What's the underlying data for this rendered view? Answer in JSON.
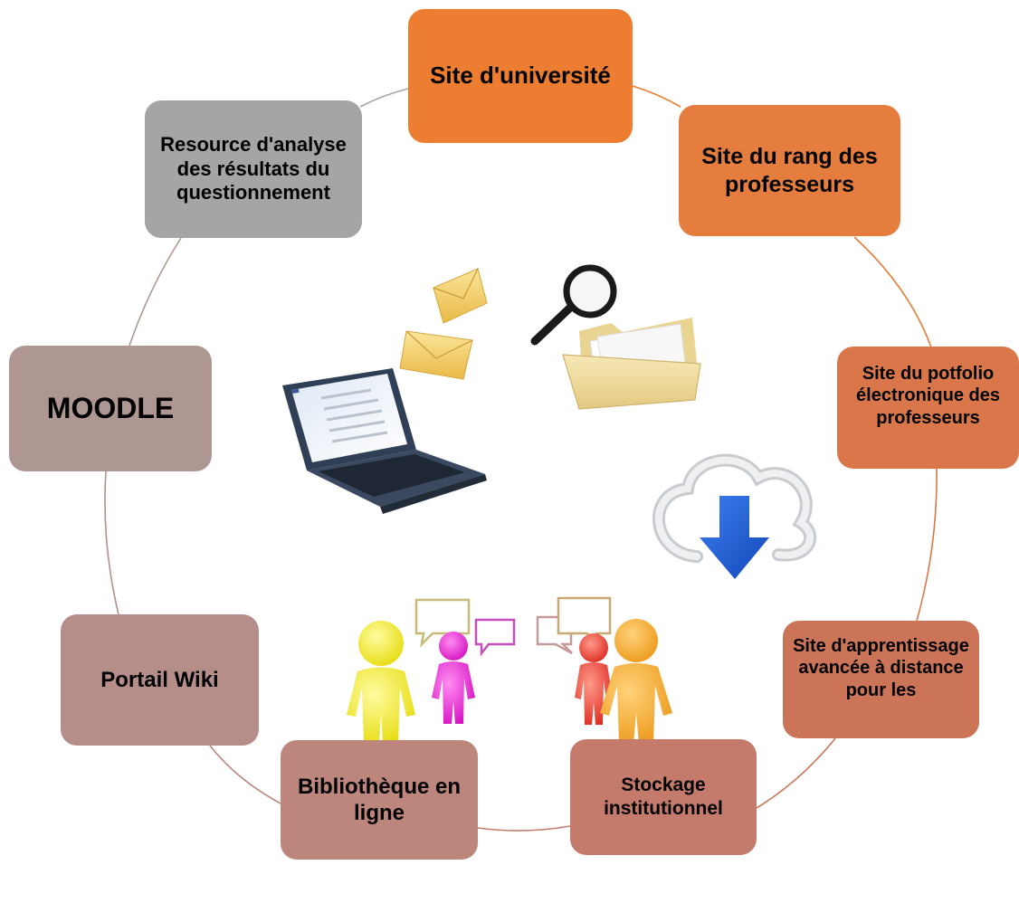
{
  "nodes": [
    {
      "id": "n1",
      "name": "node-site-universite",
      "label": "Site d'université",
      "color": "#ED7D31"
    },
    {
      "id": "n2",
      "name": "node-site-rang-professeurs",
      "label": "Site du rang des professeurs",
      "color": "#E47D3E"
    },
    {
      "id": "n3",
      "name": "node-site-portfolio",
      "label": "Site du potfolio électronique des professeurs",
      "color": "#D9774B"
    },
    {
      "id": "n4",
      "name": "node-site-apprentissage",
      "label": "Site d'apprentissage avancée à distance pour les",
      "color": "#CC7457"
    },
    {
      "id": "n5",
      "name": "node-stockage",
      "label": "Stockage institutionnel",
      "color": "#C57B6B"
    },
    {
      "id": "n6",
      "name": "node-bibliotheque",
      "label": "Bibliothèque en ligne",
      "color": "#BD867C"
    },
    {
      "id": "n7",
      "name": "node-portail-wiki",
      "label": "Portail Wiki",
      "color": "#B58E89"
    },
    {
      "id": "n8",
      "name": "node-moodle",
      "label": "MOODLE",
      "color": "#AE9793"
    },
    {
      "id": "n9",
      "name": "node-resource-analyse",
      "label": "Resource d'analyse des résultats du questionnement",
      "color": "#A5A5A5"
    }
  ],
  "ring": {
    "color_top": "#ED7D31",
    "color_bottom": "#B98278",
    "color_left": "#A5A5A5"
  },
  "illustrations": {
    "laptop": "laptop-icon",
    "envelopes": "envelope-icon",
    "magnifier": "magnifier-icon",
    "folder": "folder-icon",
    "cloud": "cloud-download-icon",
    "people": "people-chat-icon"
  }
}
